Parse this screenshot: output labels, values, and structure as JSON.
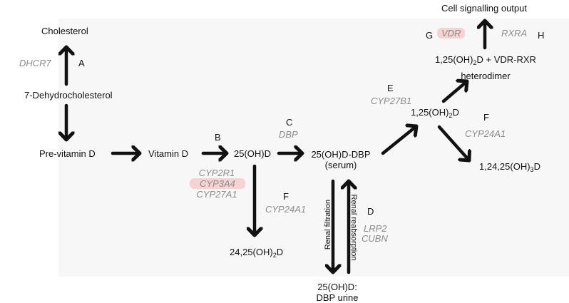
{
  "nodes": {
    "cell_output": "Cell signalling output",
    "cholesterol": "Cholesterol",
    "dehydrocholesterol": "7-Dehydrocholesterol",
    "previtamin_d": "Pre-vitamin D",
    "vitamin_d": "Vitamin D",
    "ohd_25": "25(OH)D",
    "ohd_dbp_line1": "25(OH)D-DBP",
    "ohd_dbp_line2": "(serum)",
    "dihydroxy_24_25_a": "24,25(OH)",
    "dihydroxy_24_25_sub": "2",
    "dihydroxy_24_25_b": "D",
    "dihydroxy_1_25_a": "1,25(OH)",
    "dihydroxy_1_25_sub": "2",
    "dihydroxy_1_25_b": "D",
    "trihydroxy_a": "1,24,25(OH)",
    "trihydroxy_sub": "3",
    "trihydroxy_b": "D",
    "complex_line1_a": "1,25(OH)",
    "complex_line1_sub": "2",
    "complex_line1_b": "D + VDR-RXR",
    "complex_line2": "heterodimer",
    "urine_line1": "25(OH)D:",
    "urine_line2": "DBP urine"
  },
  "steps": {
    "A": "A",
    "B": "B",
    "C": "C",
    "D": "D",
    "E": "E",
    "F1": "F",
    "F2": "F",
    "G": "G",
    "H": "H"
  },
  "genes": {
    "dhcr7": "DHCR7",
    "cyp2r1": "CYP2R1",
    "cyp3a4": "CYP3A4",
    "cyp27a1": "CYP27A1",
    "dbp": "DBP",
    "cyp24a1_lower": "CYP24A1",
    "cyp27b1": "CYP27B1",
    "cyp24a1_upper": "CYP24A1",
    "lrp2": "LRP2",
    "cubn": "CUBN",
    "vdr": "VDR",
    "rxra": "RXRA"
  },
  "arrow_labels": {
    "renal_filtration": "Renal filtration",
    "renal_reabsorption": "Renal reabsorption"
  },
  "colors": {
    "gene_text": "#8c8c8c",
    "highlight": "#f7d2d2",
    "panel": "#f7f7f7",
    "arrow": "#111111"
  }
}
